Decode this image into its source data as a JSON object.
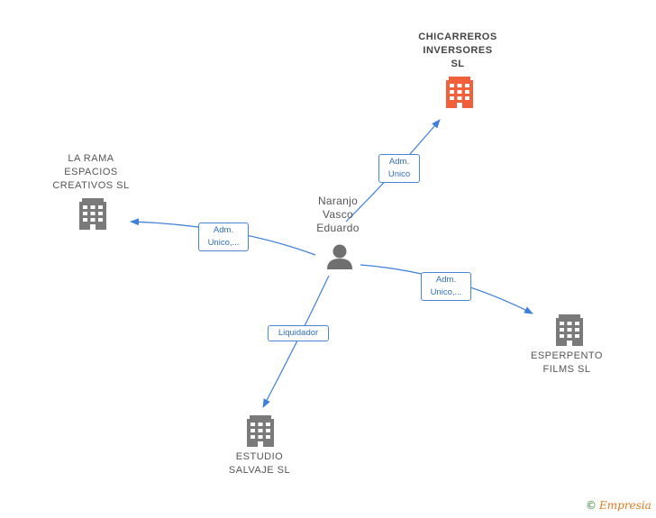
{
  "person": {
    "name": "Naranjo\nVasco\nEduardo"
  },
  "companies": [
    {
      "id": "chicarreros",
      "name": "CHICARREROS\nINVERSORES\nSL",
      "highlight": true
    },
    {
      "id": "larama",
      "name": "LA RAMA\nESPACIOS\nCREATIVOS  SL",
      "highlight": false
    },
    {
      "id": "esperpento",
      "name": "ESPERPENTO\nFILMS  SL",
      "highlight": false
    },
    {
      "id": "estudio",
      "name": "ESTUDIO\nSALVAJE  SL",
      "highlight": false
    }
  ],
  "edges": [
    {
      "target": "chicarreros",
      "label": "Adm.\nUnico"
    },
    {
      "target": "larama",
      "label": "Adm.\nUnico,..."
    },
    {
      "target": "esperpento",
      "label": "Adm.\nUnico,..."
    },
    {
      "target": "estudio",
      "label": "Liquidador"
    }
  ],
  "colors": {
    "edge": "#3d7fd9",
    "building": "#7a7a7a",
    "highlight": "#f0603a",
    "person": "#6f6f6f"
  },
  "footer": {
    "copyright": "©",
    "brand": "Empresia"
  }
}
